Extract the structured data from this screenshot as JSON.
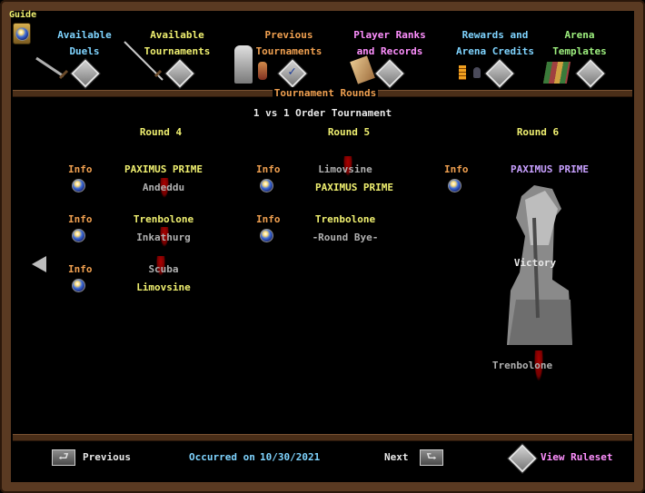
{
  "guide": "Guide",
  "nav": [
    {
      "line1": "Available",
      "line2": "Duels",
      "color": "#7fd4ff",
      "icon": "sword-icon"
    },
    {
      "line1": "Available",
      "line2": "Tournaments",
      "color": "#f0f070",
      "icon": "spear-icon"
    },
    {
      "line1": "Previous",
      "line2": "Tournaments",
      "color": "#f0a050",
      "icon": "knight-icon"
    },
    {
      "line1": "Player Ranks",
      "line2": "and Records",
      "color": "#ff90ff",
      "icon": "scroll-icon"
    },
    {
      "line1": "Rewards and",
      "line2": "Arena Credits",
      "color": "#7fd4ff",
      "icon": "credits-icon"
    },
    {
      "line1": "Arena",
      "line2": "Templates",
      "color": "#9ef07f",
      "icon": "books-icon"
    }
  ],
  "section_title": "Tournament Rounds",
  "tournament_name": "1 vs 1 Order Tournament",
  "rounds": [
    {
      "label": "Round 4",
      "matches": [
        {
          "info": "Info",
          "winner": "PAXIMUS PRIME",
          "loser": "Andeddu",
          "winner_first": true
        },
        {
          "info": "Info",
          "winner": "Trenbolone",
          "loser": "Inkathurg",
          "winner_first": true
        },
        {
          "info": "Info",
          "winner": "Limovsine",
          "loser": "Scuba",
          "winner_first": false
        }
      ]
    },
    {
      "label": "Round 5",
      "matches": [
        {
          "info": "Info",
          "winner": "PAXIMUS PRIME",
          "loser": "Limovsine",
          "winner_first": false
        },
        {
          "info": "Info",
          "winner": "Trenbolone",
          "loser": "-Round Bye-",
          "winner_first": true
        }
      ]
    },
    {
      "label": "Round 6",
      "matches": [
        {
          "info": "Info",
          "winner": "PAXIMUS PRIME",
          "loser": "Trenbolone"
        }
      ],
      "victory_label": "Victory"
    }
  ],
  "footer": {
    "previous": "Previous",
    "occurred_label": "Occurred on",
    "occurred_date": "10/30/2021",
    "next": "Next",
    "view_ruleset": "View Ruleset"
  }
}
